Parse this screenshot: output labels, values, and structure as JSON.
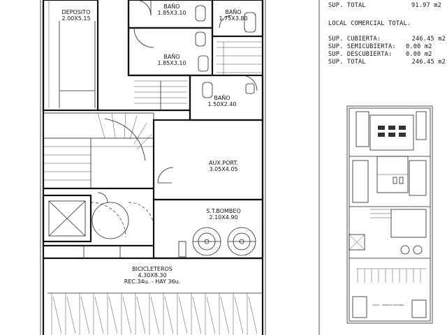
{
  "rooms": {
    "deposito": {
      "name": "DEPOSITO",
      "dims": "2.00X5.15"
    },
    "bano_1": {
      "name": "BAÑO",
      "dims": "1.85X3.10"
    },
    "bano_2": {
      "name": "BAÑO",
      "dims": "1.75X3.80"
    },
    "bano_3": {
      "name": "BAÑO",
      "dims": "1.85X3.10"
    },
    "bano_4": {
      "name": "BAÑO",
      "dims": "1.50X2.40"
    },
    "aux_port": {
      "name": "AUX.PORT.",
      "dims": "3.05X4.05"
    },
    "st_bombeo": {
      "name": "S.T.BOMBEO",
      "dims": "2.10X4.90"
    },
    "bicicleteros": {
      "name": "BICICLETEROS",
      "dims": "4.30X8.30",
      "note": "REC.34u. - HAY 36u."
    }
  },
  "surface_table": {
    "previous_total": {
      "label": "SUP. TOTAL",
      "value": "91.97 m2"
    },
    "section_title": "LOCAL COMERCIAL TOTAL.",
    "rows": [
      {
        "label": "SUP. CUBIERTA:",
        "value": "246.45 m2"
      },
      {
        "label": "SUP. SEMICUBIERTA:",
        "value": "0.00 m2"
      },
      {
        "label": "SUP. DESCUBIERTA:",
        "value": "0.00 m2"
      },
      {
        "label": "SUP. TOTAL",
        "value": "246.45 m2"
      }
    ]
  },
  "mini_plan": {
    "caption": "CALLE ... TRANSITO PEATONAL ..."
  }
}
